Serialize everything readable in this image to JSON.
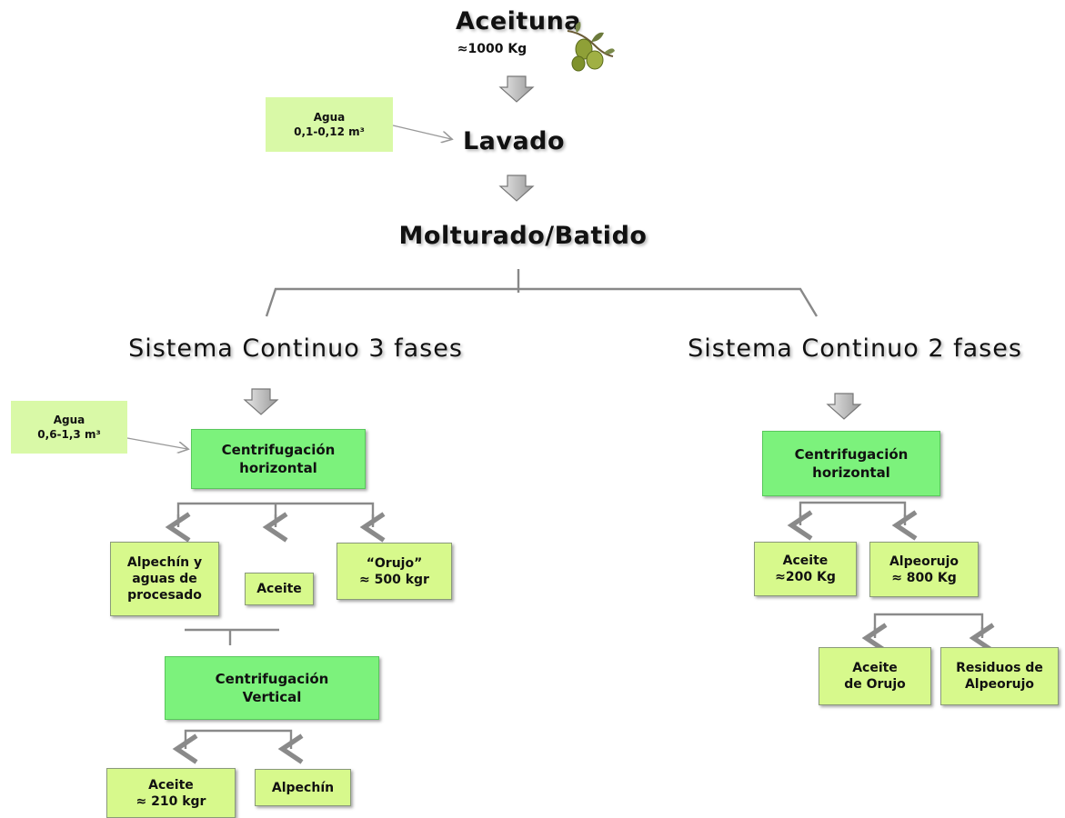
{
  "top": {
    "aceituna_label": "Aceituna",
    "aceituna_qty": "≈1000 Kg",
    "lavado_label": "Lavado",
    "molturado_label": "Molturado/Batido",
    "water_note_1": "Agua\n0,1-0,12 m³"
  },
  "three_phase": {
    "title": "Sistema Continuo  3 fases",
    "water_note": "Agua\n0,6-1,3 m³",
    "centrifuge_h": "Centrifugación\nhorizontal",
    "out_alpechin_aguas": "Alpechín y\naguas de\nprocesado",
    "out_aceite": "Aceite",
    "out_orujo": "“Orujo”\n≈ 500 kgr",
    "centrifuge_v": "Centrifugación\nVertical",
    "final_aceite": "Aceite\n≈ 210 kgr",
    "final_alpechin": "Alpechín"
  },
  "two_phase": {
    "title": "Sistema Continuo 2 fases",
    "centrifuge_h": "Centrifugación\nhorizontal",
    "out_aceite": "Aceite\n≈200 Kg",
    "out_alpeorujo": "Alpeorujo\n≈ 800 Kg",
    "final_aceite_orujo": "Aceite\nde Orujo",
    "final_residuos": "Residuos de\nAlpeorujo"
  },
  "colors": {
    "box_light": "#d7f98c",
    "box_bright": "#7cf27c",
    "note_bg": "#d9f9a7",
    "line": "#888888"
  }
}
